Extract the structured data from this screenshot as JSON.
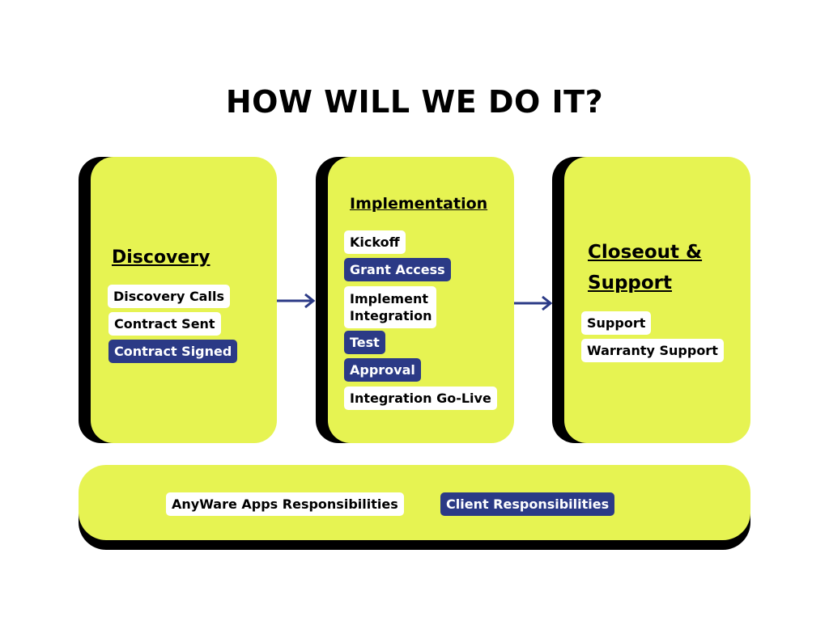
{
  "title": "HOW WILL WE DO IT?",
  "stages": [
    {
      "title": "Discovery",
      "items": [
        {
          "label": "Discovery Calls",
          "owner": "agency"
        },
        {
          "label": "Contract Sent",
          "owner": "agency"
        },
        {
          "label": "Contract Signed",
          "owner": "client"
        }
      ]
    },
    {
      "title": "Implementation",
      "items": [
        {
          "label": "Kickoff",
          "owner": "agency"
        },
        {
          "label": "Grant Access",
          "owner": "client"
        },
        {
          "label": "Implement Integration",
          "owner": "agency"
        },
        {
          "label": "Test",
          "owner": "client"
        },
        {
          "label": "Approval",
          "owner": "client"
        },
        {
          "label": "Integration Go-Live",
          "owner": "agency"
        }
      ]
    },
    {
      "title": "Closeout & Support",
      "items": [
        {
          "label": "Support",
          "owner": "agency"
        },
        {
          "label": "Warranty Support",
          "owner": "agency"
        }
      ]
    }
  ],
  "legend": {
    "agency_label": "AnyWare Apps Responsibilities",
    "client_label": "Client Responsibilities"
  },
  "colors": {
    "card": "#e6f352",
    "shadow": "#000000",
    "client_tag": "#2b3a86",
    "agency_tag": "#ffffff",
    "arrow": "#2b3a86"
  }
}
